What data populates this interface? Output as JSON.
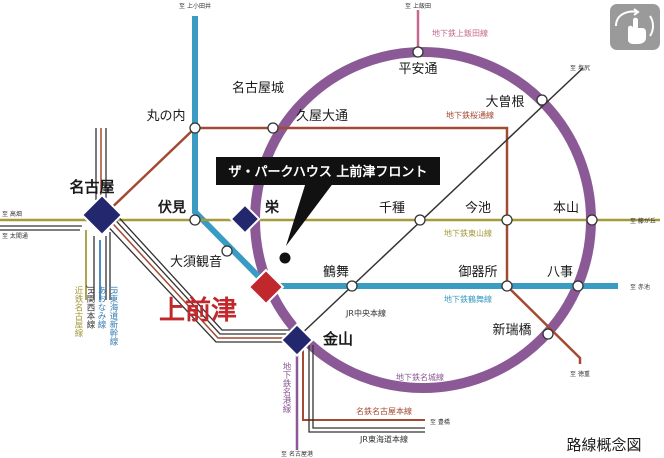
{
  "colors": {
    "meijo": "#8b5a96",
    "higashiyama": "#a69a3c",
    "tsurumai": "#3a9cc3",
    "sakuradori": "#a34a33",
    "meiko": "#8b5a96",
    "kamiiida": "#c46a8e",
    "meitetsu": "#a34a33",
    "jr": "#333333",
    "aonami": "#3a7fb5",
    "kintetsu": "#a69a3c",
    "station_blue": "#23286e",
    "station_red": "#c0282d",
    "callout": "#111111"
  },
  "callout": {
    "label": "ザ・パークハウス 上前津フロント"
  },
  "stations": {
    "heian": "平安通",
    "nagoyajo": "名古屋城",
    "ozone": "大曽根",
    "hisaya": "久屋大通",
    "marunouchi": "丸の内",
    "nagoya": "名古屋",
    "fushimi": "伏見",
    "sakae": "栄",
    "chikusa": "千種",
    "imaike": "今池",
    "motoyama": "本山",
    "osu": "大須観音",
    "tsurumai": "鶴舞",
    "gokiso": "御器所",
    "yagoto": "八事",
    "kamimaezu": "上前津",
    "kanayama": "金山",
    "shinmizuho": "新瑞橋"
  },
  "lines": {
    "kamiiida": "地下鉄上飯田線",
    "sakuradori": "地下鉄桜通線",
    "higashiyama": "地下鉄東山線",
    "tsurumai": "地下鉄鶴舞線",
    "jr_chuo": "JR中央本線",
    "meijo": "地下鉄名城線",
    "meitetsu": "名鉄名古屋本線",
    "jr_tokaido": "JR東海道本線",
    "meiko": "地下鉄名港線",
    "kintetsu": "近鉄名古屋線",
    "jr_kansai": "JR関西本線",
    "aonami": "あおなみ線",
    "jr_shinkansen": "JR東海道新幹線"
  },
  "termini": {
    "kamiotai": "至 上小田井",
    "kamiiida": "至 上飯田",
    "koboshi": "至 高畑",
    "taikodori": "至 太閤通",
    "shiojiri": "至 塩尻",
    "fujigaoka": "至 藤が丘",
    "akaike": "至 赤池",
    "tokushige": "至 徳重",
    "toyohashi": "至 豊橋",
    "nagoyako": "至 名古屋港"
  },
  "caption": "路線概念図",
  "icon": "touch-pan-icon"
}
